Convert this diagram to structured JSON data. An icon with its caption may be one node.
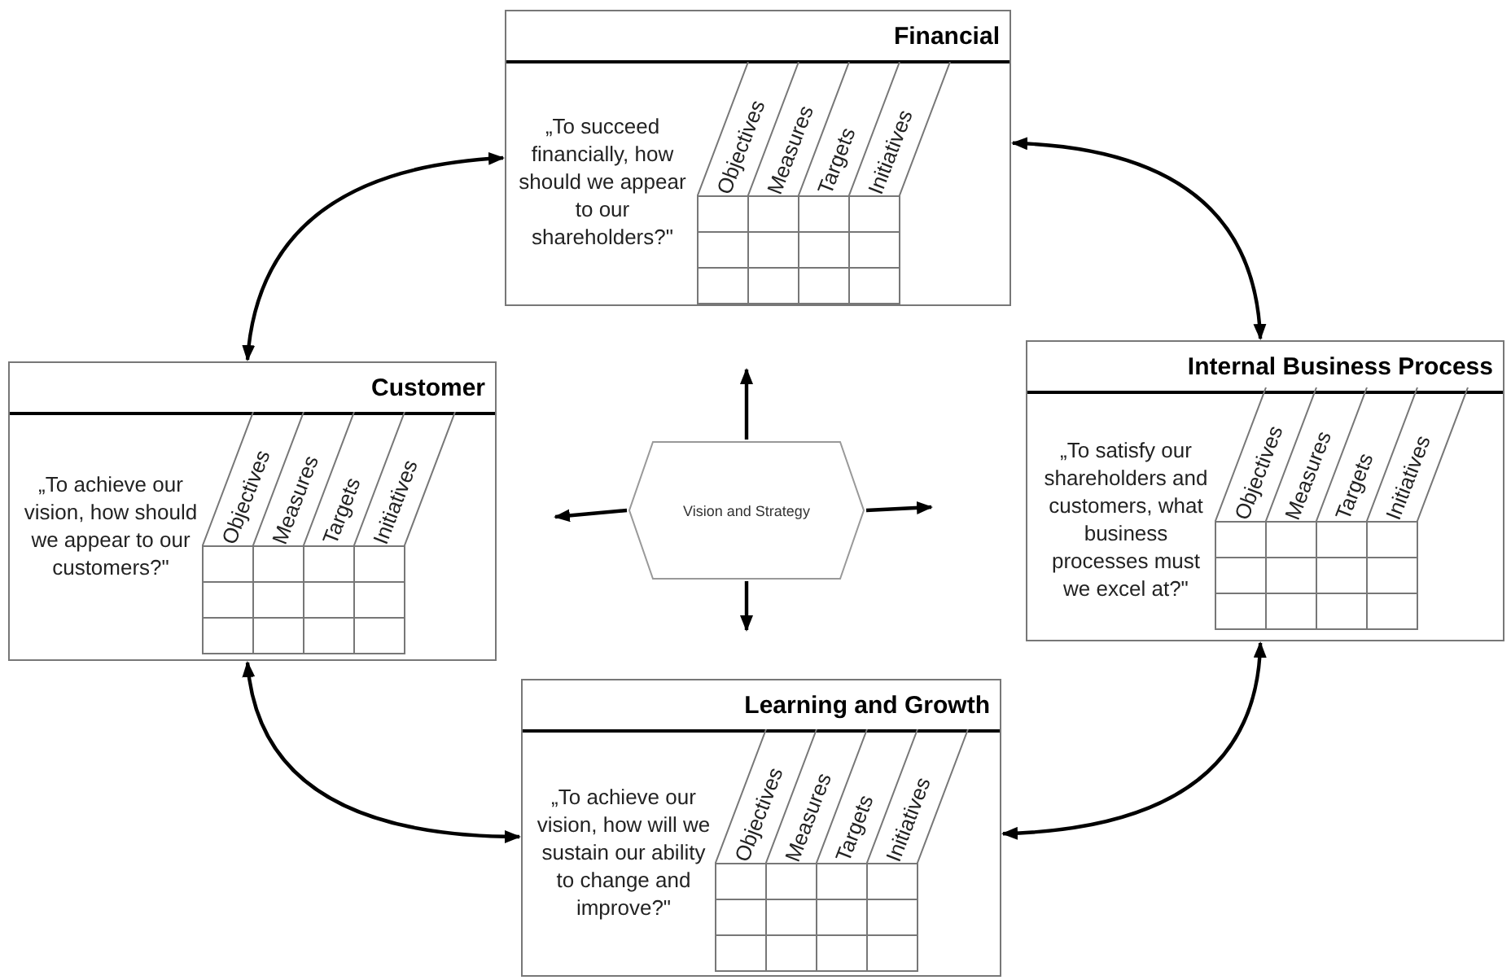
{
  "diagram": {
    "nodes": [
      {
        "text": [
          "Financial",
          "„To succeed financially, how should we appear to our shareholders?\"",
          "Objectives",
          "Measures",
          "Targets",
          "Initiatives"
        ]
      },
      {
        "text": [
          "Internal Business Process",
          "„To satisfy our shareholders and customers, what business processes must we excel at?\"",
          "Objectives",
          "Measures",
          "Targets",
          "Initiatives"
        ]
      },
      {
        "text": [
          "Customer",
          "„To achieve our vision, how should we appear to our customers?\"",
          "Objectives",
          "Measures",
          "Targets",
          "Initiatives"
        ]
      },
      {
        "text": [
          "Vision and Strategy"
        ]
      },
      {
        "text": [
          "Learning and Growth",
          "„To achieve our vision, how will we sustain our ability to change and improve?\"",
          "Objectives",
          "Measures",
          "Targets",
          "Initiatives"
        ]
      }
    ],
    "edges": [
      {
        "from": 0,
        "to": 1,
        "arrow": "both"
      },
      {
        "from": 0,
        "to": 2,
        "arrow": "both"
      },
      {
        "from": 2,
        "to": 4,
        "arrow": "both"
      },
      {
        "from": 4,
        "to": 1,
        "arrow": "both"
      },
      {
        "from": 3,
        "to": null,
        "arrow": "to"
      },
      {
        "from": 3,
        "to": null,
        "arrow": "to"
      },
      {
        "from": 3,
        "to": null,
        "arrow": "to"
      },
      {
        "from": 3,
        "to": null,
        "arrow": "to"
      }
    ]
  }
}
